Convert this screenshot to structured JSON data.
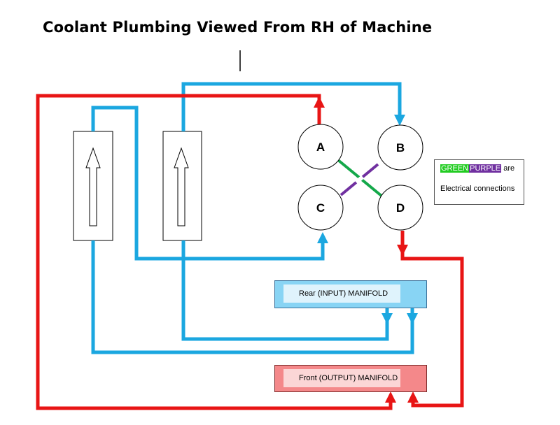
{
  "title": "Coolant Plumbing Viewed From RH of Machine",
  "nodes": {
    "a": "A",
    "b": "B",
    "c": "C",
    "d": "D"
  },
  "legend": {
    "green": "GREEN",
    "purple": "PURPLE",
    "are": "are",
    "description": "Electrical connections"
  },
  "manifolds": {
    "rear": "Rear (INPUT) MANIFOLD",
    "front": "Front (OUTPUT) MANIFOLD"
  },
  "colors": {
    "blue_pipe": "#1ba7e0",
    "red_pipe": "#e81515",
    "green_link": "#14a84a",
    "purple_link": "#7030a0"
  }
}
